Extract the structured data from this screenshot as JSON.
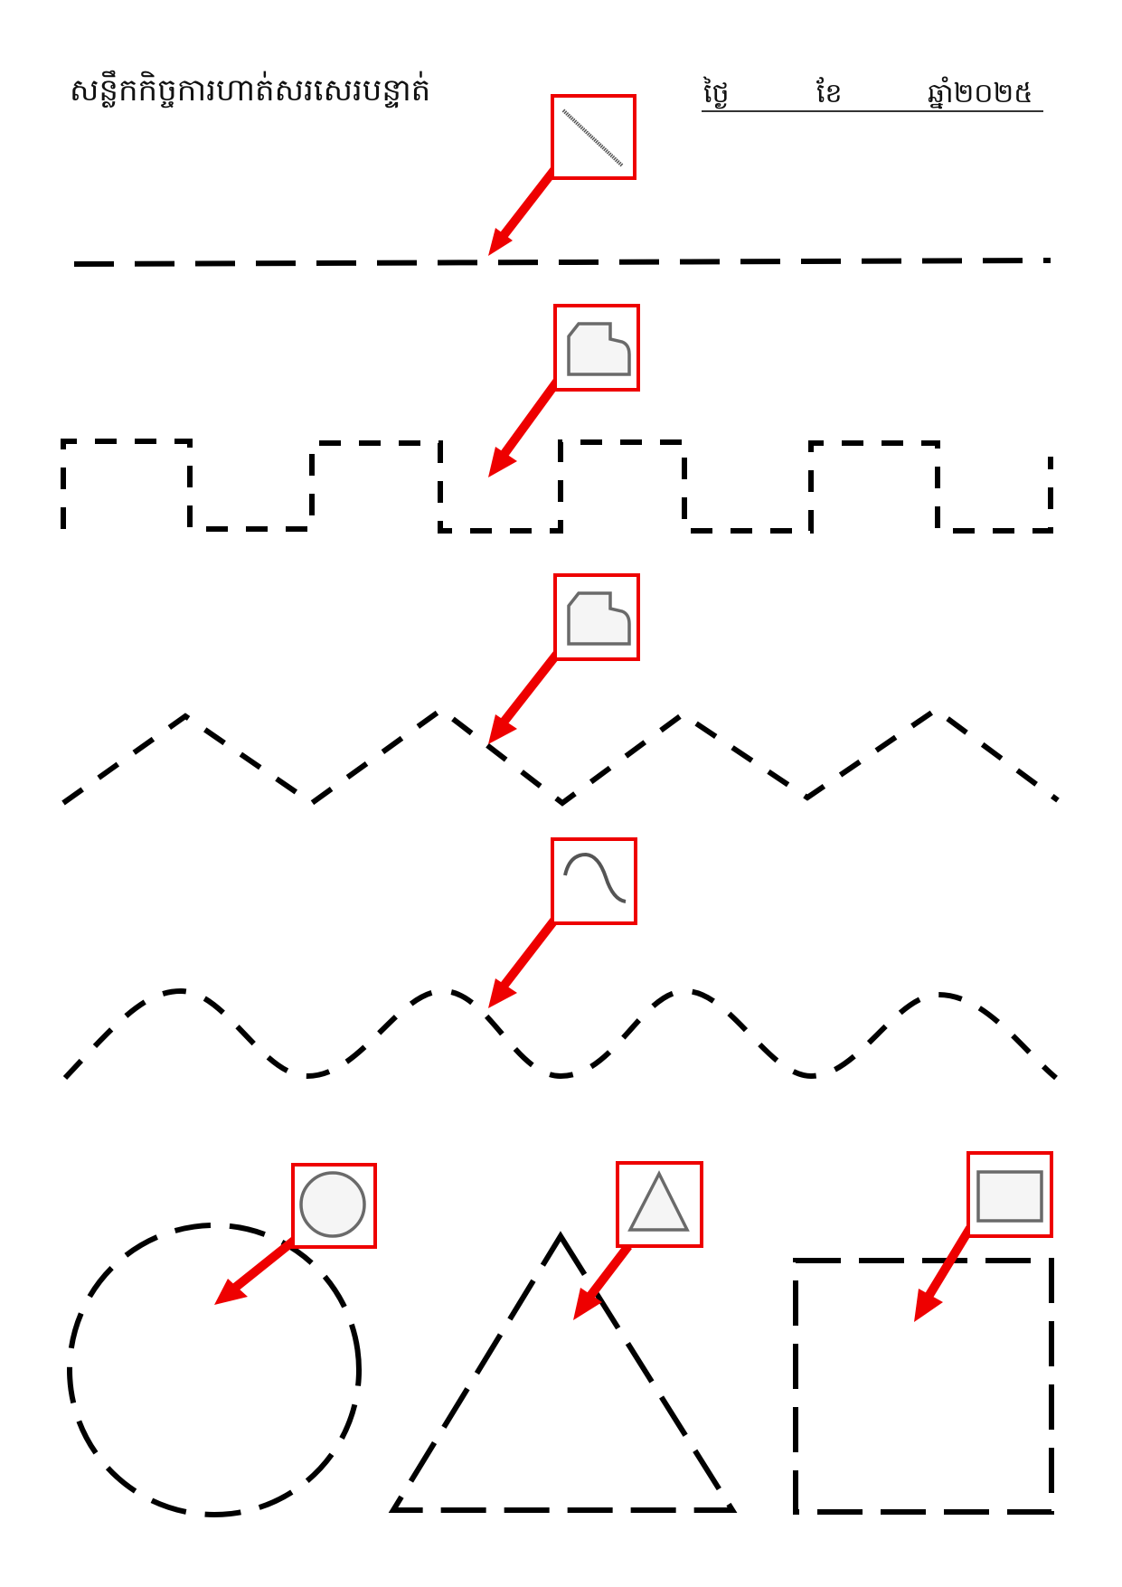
{
  "header": {
    "title": "សន្លឹកកិច្ចការហាត់សរសេរបន្ទាត់",
    "date": {
      "day_label": "ថ្ងៃ",
      "month_label": "ខែ",
      "year_label": "ឆ្នាំ២០២៥"
    }
  },
  "exercises": [
    {
      "id": "straight-line",
      "tool_icon": "line-tool-icon",
      "trace": "dashed straight line"
    },
    {
      "id": "square-wave",
      "tool_icon": "freeform-shape-icon",
      "trace": "dashed square wave"
    },
    {
      "id": "zigzag",
      "tool_icon": "freeform-shape-icon",
      "trace": "dashed zigzag"
    },
    {
      "id": "wave",
      "tool_icon": "curve-tool-icon",
      "trace": "dashed curved wave"
    },
    {
      "id": "circle",
      "tool_icon": "oval-shape-icon",
      "trace": "dashed circle"
    },
    {
      "id": "triangle",
      "tool_icon": "triangle-shape-icon",
      "trace": "dashed triangle"
    },
    {
      "id": "square",
      "tool_icon": "rectangle-shape-icon",
      "trace": "dashed square"
    }
  ],
  "colors": {
    "callout": "#ee0000",
    "trace": "#000000"
  }
}
